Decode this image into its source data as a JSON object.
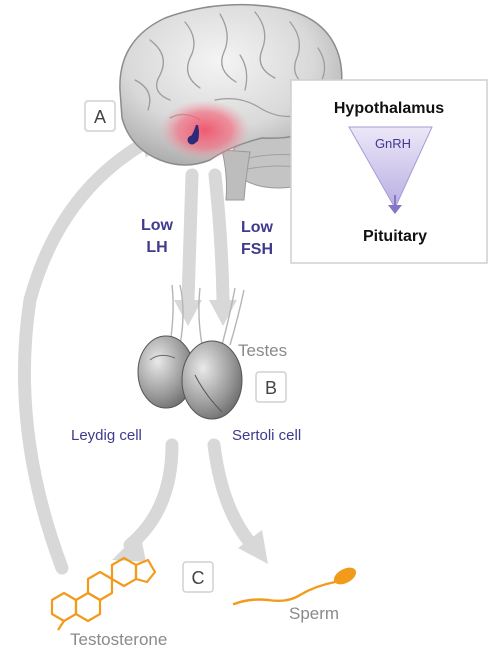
{
  "markers": {
    "a": "A",
    "b": "B",
    "c": "C"
  },
  "hormones": {
    "lh_line1": "Low",
    "lh_line2": "LH",
    "fsh_line1": "Low",
    "fsh_line2": "FSH"
  },
  "inset": {
    "top": "Hypothalamus",
    "arrow_label": "GnRH",
    "bottom": "Pituitary"
  },
  "organs": {
    "testes": "Testes"
  },
  "cells": {
    "leydig": "Leydig cell",
    "sertoli": "Sertoli cell"
  },
  "products": {
    "testosterone": "Testosterone",
    "sperm": "Sperm"
  },
  "colors": {
    "arrow_gray": "#d6d6d6",
    "label_purple": "#3f3a8c",
    "hypothalamus_red": "#f0526a",
    "steroid_orange": "#f29a1a",
    "gnrh_triangle": "#c9c1e8"
  }
}
